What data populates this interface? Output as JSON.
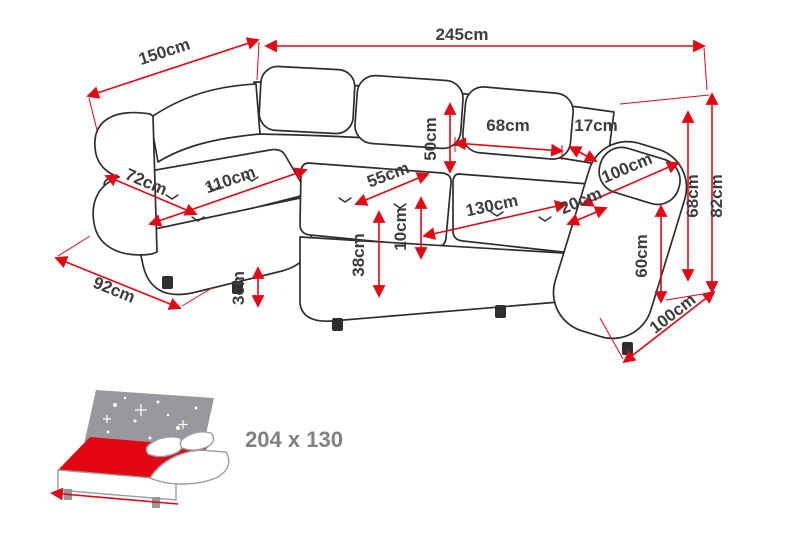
{
  "diagram": {
    "dims": {
      "d150": "150cm",
      "d245": "245cm",
      "d50": "50cm",
      "d68_back": "68cm",
      "d17": "17cm",
      "d100_arm": "100cm",
      "d20": "20cm",
      "d60": "60cm",
      "d68_side": "68cm",
      "d82": "82cm",
      "d72": "72cm",
      "d110": "110cm",
      "d55": "55cm",
      "d130": "130cm",
      "d10": "10cm",
      "d38": "38cm",
      "d3": "3cm",
      "d92": "92cm",
      "d100_depth": "100cm"
    },
    "bed": {
      "icon": "sofa-bed-icon",
      "size": "204 x 130"
    },
    "colors": {
      "dimension_line": "#e30613",
      "label_text": "#3d3d3d",
      "sofa_outline": "#2e2e2e",
      "bed_gray": "#97999c",
      "bed_red": "#e30613",
      "bed_text": "#808184"
    }
  }
}
